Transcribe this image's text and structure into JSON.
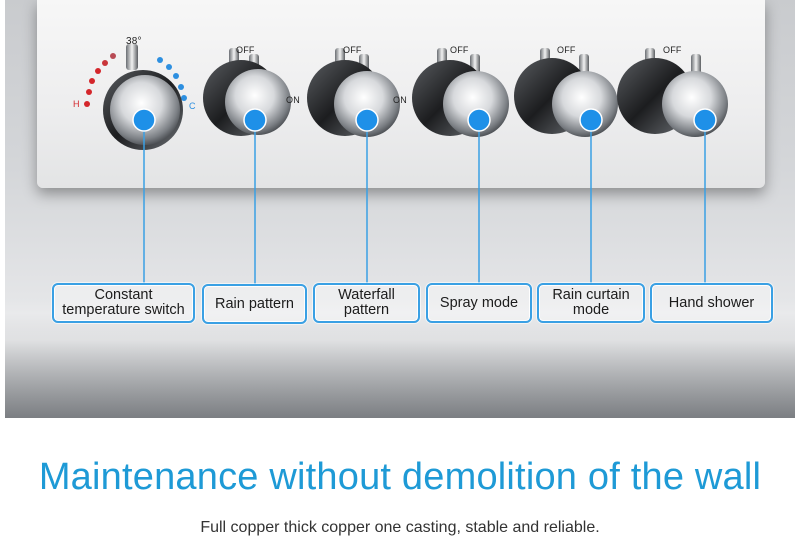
{
  "plate": {
    "temperature": "38°",
    "hot": "H",
    "cold": "C",
    "off": "OFF",
    "on": "ON",
    "accent": "#1e9ad6",
    "callout_color": "#3aa0e4"
  },
  "labels": [
    "Constant temperature switch",
    "Rain pattern",
    "Waterfall pattern",
    "Spray mode",
    "Rain curtain mode",
    "Hand shower"
  ],
  "headline": "Maintenance without demolition of the wall",
  "subline": "Full copper thick copper one casting, stable and reliable."
}
